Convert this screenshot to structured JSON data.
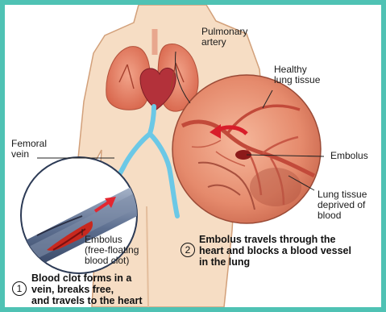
{
  "labels": {
    "pulmonary_artery": "Pulmonary\nartery",
    "healthy_lung": "Healthy\nlung tissue",
    "femoral_vein": "Femoral\nvein",
    "embolus": "Embolus",
    "lung_deprived": "Lung tissue\ndeprived of\nblood",
    "embolus_clot": "Embolus\n(free-floating\nblood clot)"
  },
  "steps": [
    {
      "number": "1",
      "text": "Blood clot forms in a\nvein, breaks free,\nand travels to the heart"
    },
    {
      "number": "2",
      "text": "Embolus travels through the\nheart and blocks a blood vessel\nin the lung"
    }
  ],
  "colors": {
    "frame": "#4fc2b4",
    "body": "#f6ddc4",
    "lung": "#e07a60",
    "vessel": "#6cc8e6",
    "clot": "#c8281e"
  }
}
